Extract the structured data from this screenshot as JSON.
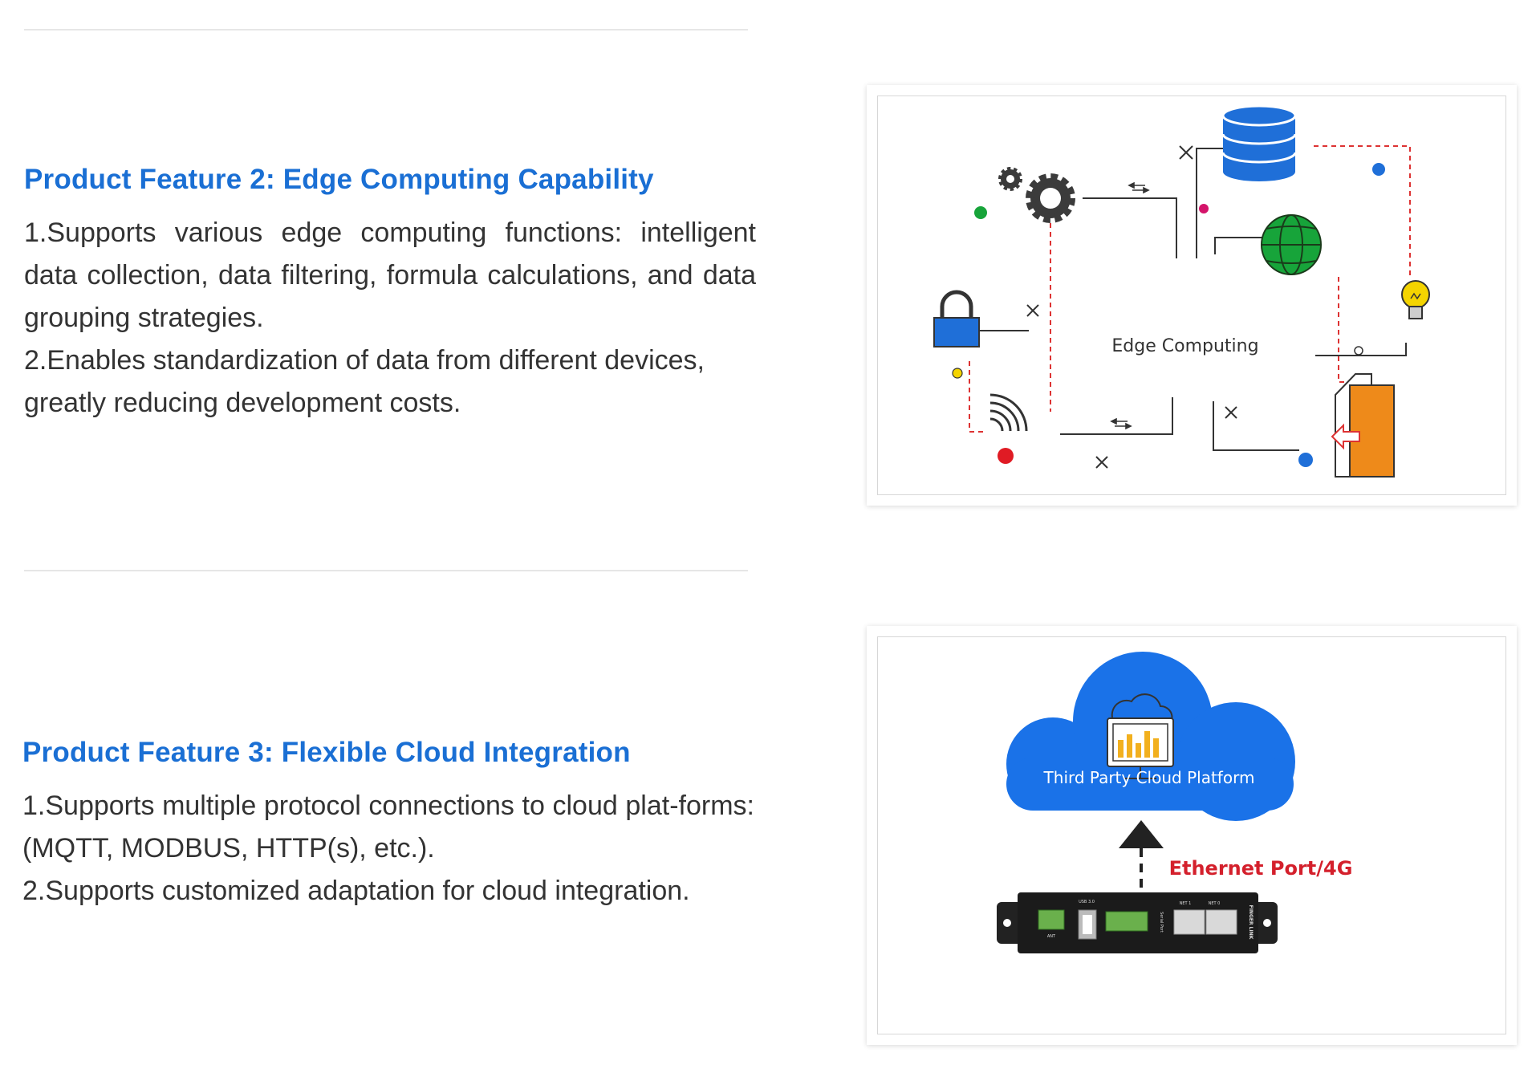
{
  "feature2": {
    "title": "Product Feature 2: Edge Computing Capability",
    "points": [
      "1.Supports various edge computing functions: intelligent data collection, data filtering, formula calculations, and data grouping strategies.",
      "2.Enables standardization of data from different devices, greatly reducing development costs."
    ],
    "diagram": {
      "center_label": "Edge Computing",
      "icons": [
        "gear-icon",
        "database-icon",
        "globe-icon",
        "lightbulb-icon",
        "lock-icon",
        "wireless-signal-icon",
        "document-transfer-icon"
      ],
      "colors": {
        "blue": "#1f6fd8",
        "green": "#17a43a",
        "orange": "#ee8a1a",
        "red": "#e01b24",
        "yellow": "#f4d400",
        "magenta": "#d4146a"
      }
    }
  },
  "feature3": {
    "title": "Product Feature 3: Flexible Cloud Integration",
    "points": [
      "1.Supports multiple protocol connections to cloud plat-forms: (MQTT, MODBUS, HTTP(s), etc.).",
      "2.Supports customized adaptation for cloud integration."
    ],
    "diagram": {
      "cloud_label": "Third Party Cloud Platform",
      "link_label": "Ethernet Port/4G",
      "device_labels": {
        "usb": "USB 3.0",
        "net1": "NET 1",
        "net0": "NET 0",
        "serial": "Serial Port",
        "ant": "ANT",
        "brand": "FINGER LINK"
      },
      "colors": {
        "cloud": "#1a72e8",
        "link_label": "#d4202c",
        "chart_bars": "#f2b01e"
      }
    }
  },
  "colors": {
    "title": "#1a6fd4",
    "body": "#333333",
    "divider": "#e6e6e6"
  }
}
